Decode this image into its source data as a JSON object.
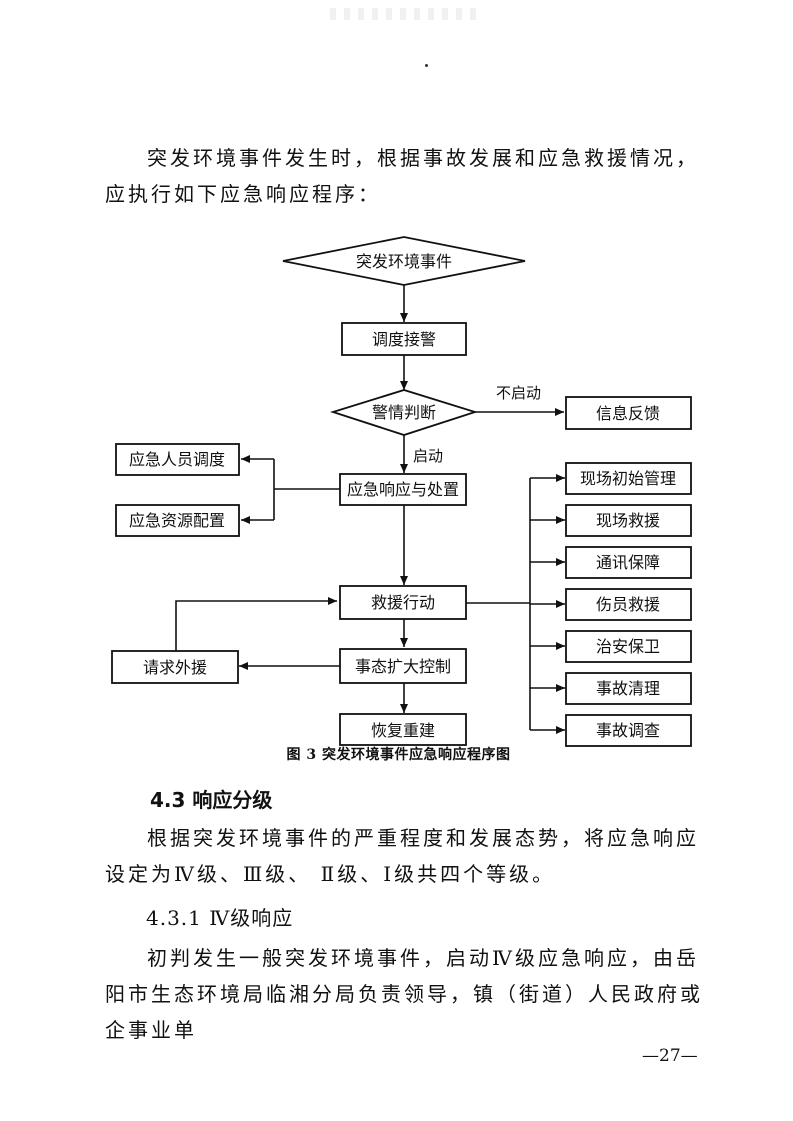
{
  "intro": "突发环境事件发生时，根据事故发展和应急救援情况，应执行如下应急响应程序：",
  "flowchart": {
    "start": "突发环境事件",
    "dispatch": "调度接警",
    "judge": "警情判断",
    "no_start_label": "不启动",
    "feedback": "信息反馈",
    "start_label": "启动",
    "response": "应急响应与处置",
    "personnel": "应急人员调度",
    "resources": "应急资源配置",
    "rescue_action": "救援行动",
    "request_aid": "请求外援",
    "expand_control": "事态扩大控制",
    "recovery": "恢复重建",
    "right_items": [
      "现场初始管理",
      "现场救援",
      "通讯保障",
      "伤员救援",
      "治安保卫",
      "事故清理",
      "事故调查"
    ]
  },
  "caption": "图 3  突发环境事件应急响应程序图",
  "section_4_3": {
    "heading": "4.3 响应分级",
    "body": "根据突发环境事件的严重程度和发展态势，将应急响应设定为Ⅳ级、Ⅲ级、 Ⅱ级、Ⅰ级共四个等级。"
  },
  "section_4_3_1": {
    "heading": "4.3.1 Ⅳ级响应",
    "body": "初判发生一般突发环境事件，启动Ⅳ级应急响应，由岳阳市生态环境局临湘分局负责领导，镇（街道）人民政府或企事业单"
  },
  "page_number": "—27—"
}
